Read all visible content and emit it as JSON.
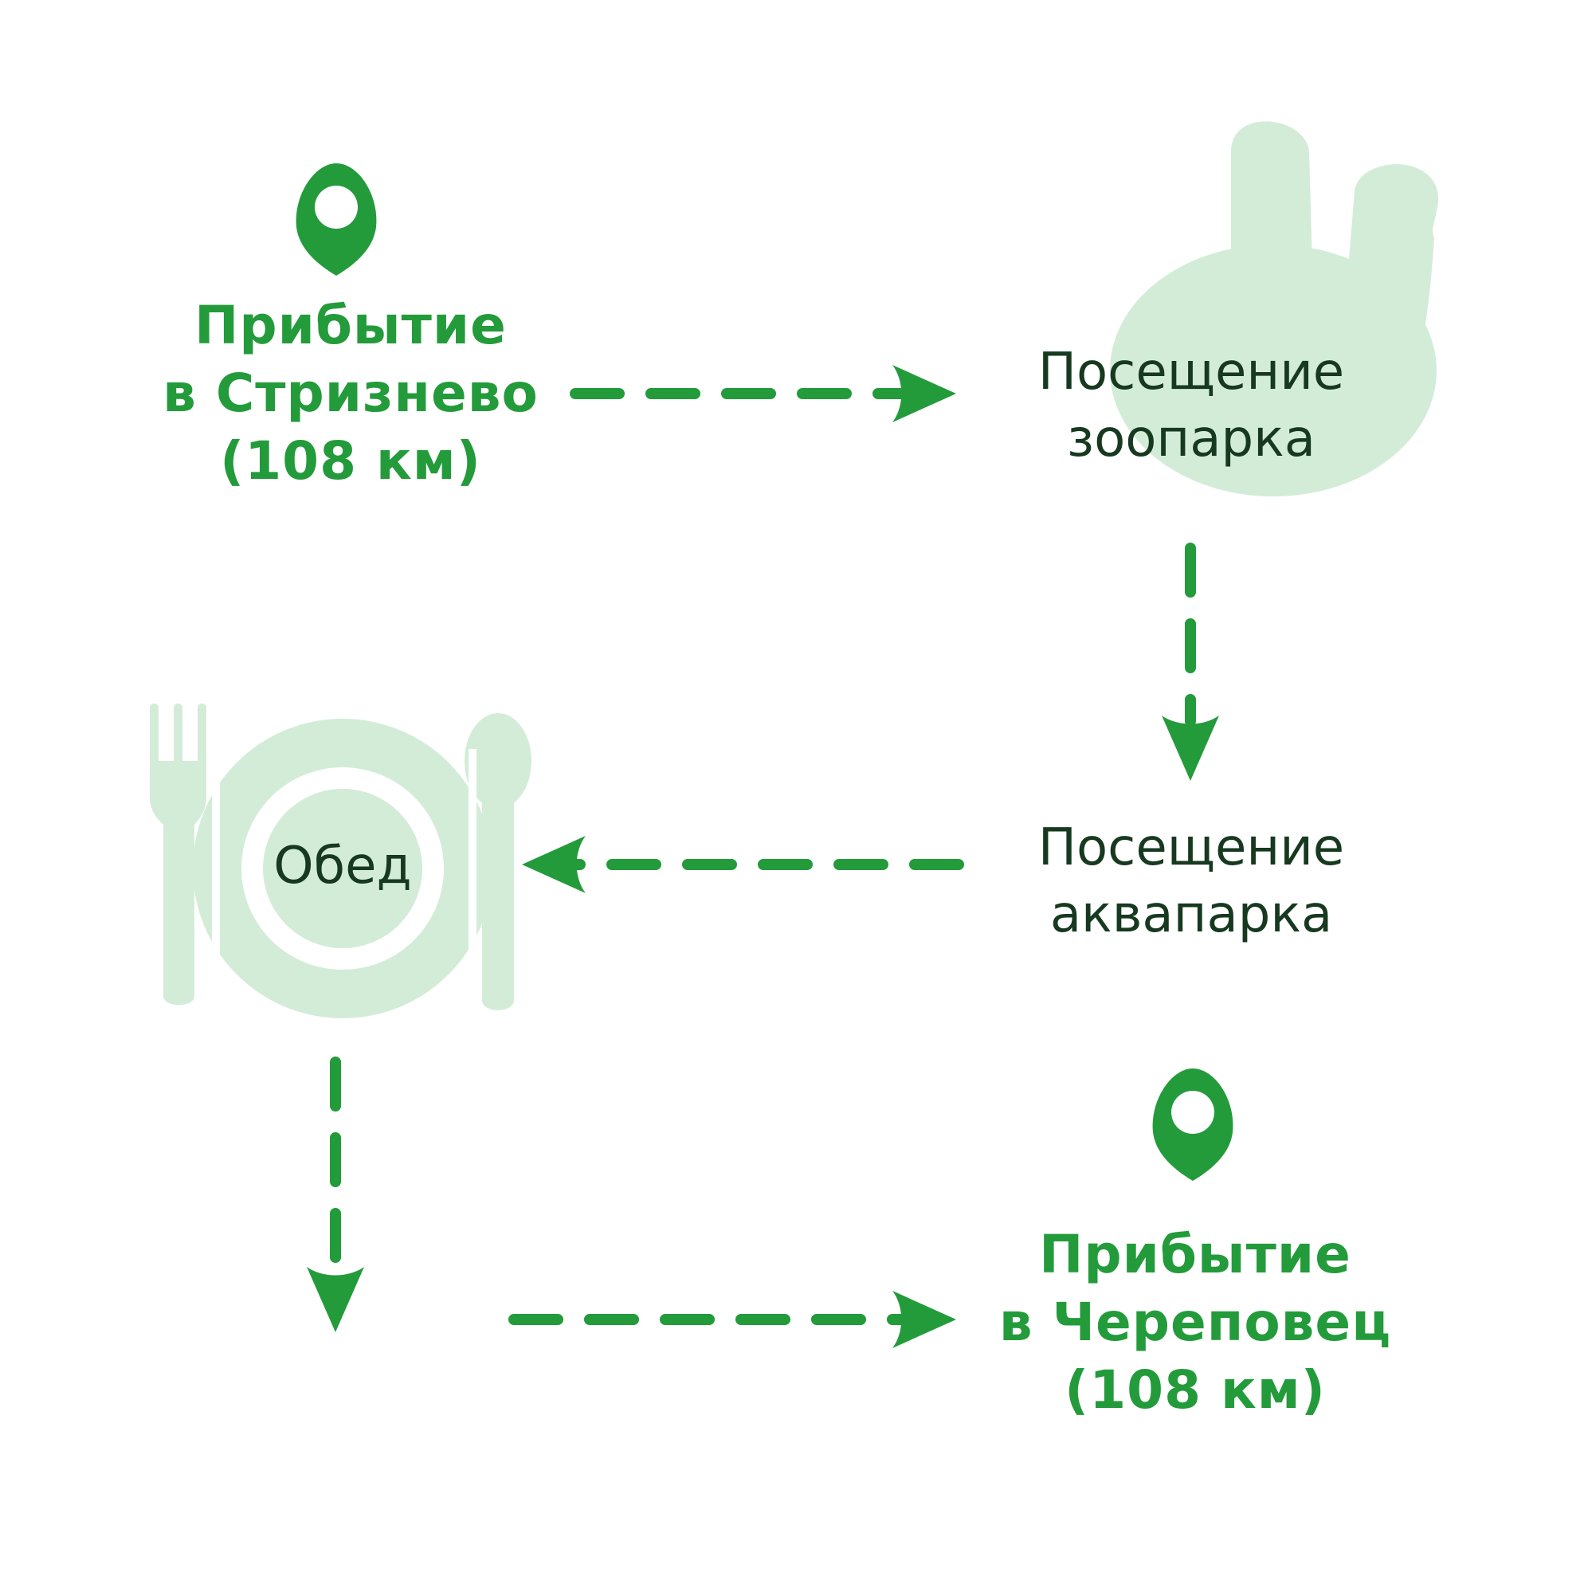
{
  "colors": {
    "accent": "#239b3b",
    "light_accent": "#d3ecd8",
    "dark_text": "#16391f",
    "background": "#ffffff"
  },
  "nodes": {
    "start": {
      "icon": "map-pin-icon",
      "line1": "Прибытие",
      "line2": "в Стризнево",
      "line3": "(108 км)"
    },
    "zoo": {
      "icon": "rabbit-head-icon",
      "line1": "Посещение",
      "line2": "зоопарка"
    },
    "aquapark": {
      "line1": "Посещение",
      "line2": "аквапарка"
    },
    "lunch": {
      "icon": "plate-fork-spoon-icon",
      "label": "Обед"
    },
    "finish": {
      "icon": "map-pin-icon",
      "line1": "Прибытие",
      "line2": "в Череповец",
      "line3": "(108 км)"
    }
  },
  "arrows": [
    {
      "from": "start",
      "to": "zoo"
    },
    {
      "from": "zoo",
      "to": "aquapark"
    },
    {
      "from": "aquapark",
      "to": "lunch"
    },
    {
      "from": "lunch",
      "to": "down"
    },
    {
      "from": "down",
      "to": "finish"
    }
  ]
}
